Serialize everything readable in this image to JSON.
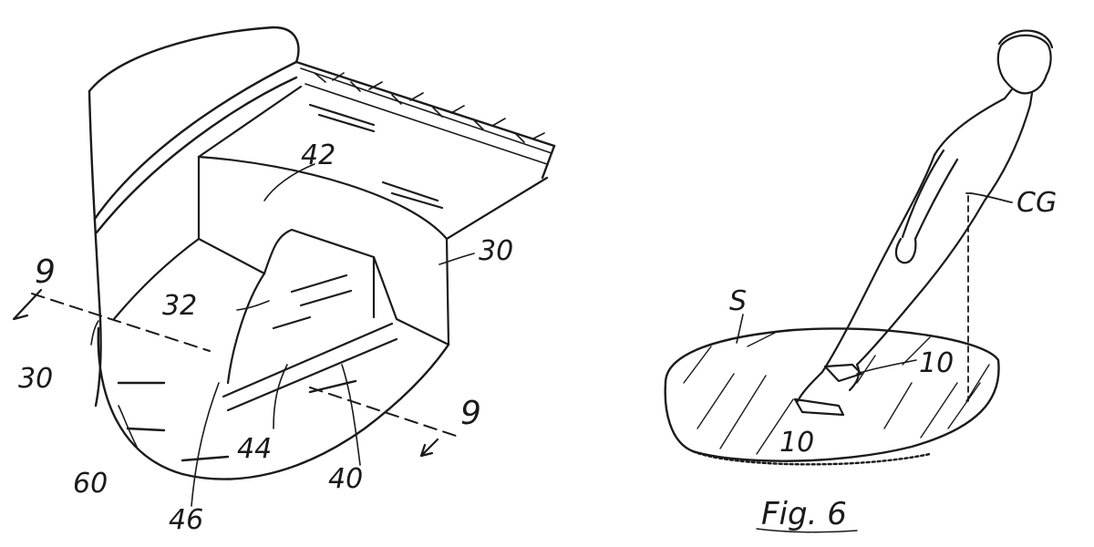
{
  "figure_left": {
    "labels": {
      "section_top": "9",
      "section_bottom": "9",
      "ref_42": "42",
      "ref_30_right": "30",
      "ref_30_left": "30",
      "ref_32": "32",
      "ref_44": "44",
      "ref_40": "40",
      "ref_60": "60",
      "ref_46": "46"
    }
  },
  "figure_right": {
    "labels": {
      "cg": "CG",
      "surface": "S",
      "ref_10_upper": "10",
      "ref_10_lower": "10"
    },
    "caption": "Fig. 6"
  },
  "colors": {
    "ink": "#1a1a1a",
    "paper": "#ffffff"
  }
}
